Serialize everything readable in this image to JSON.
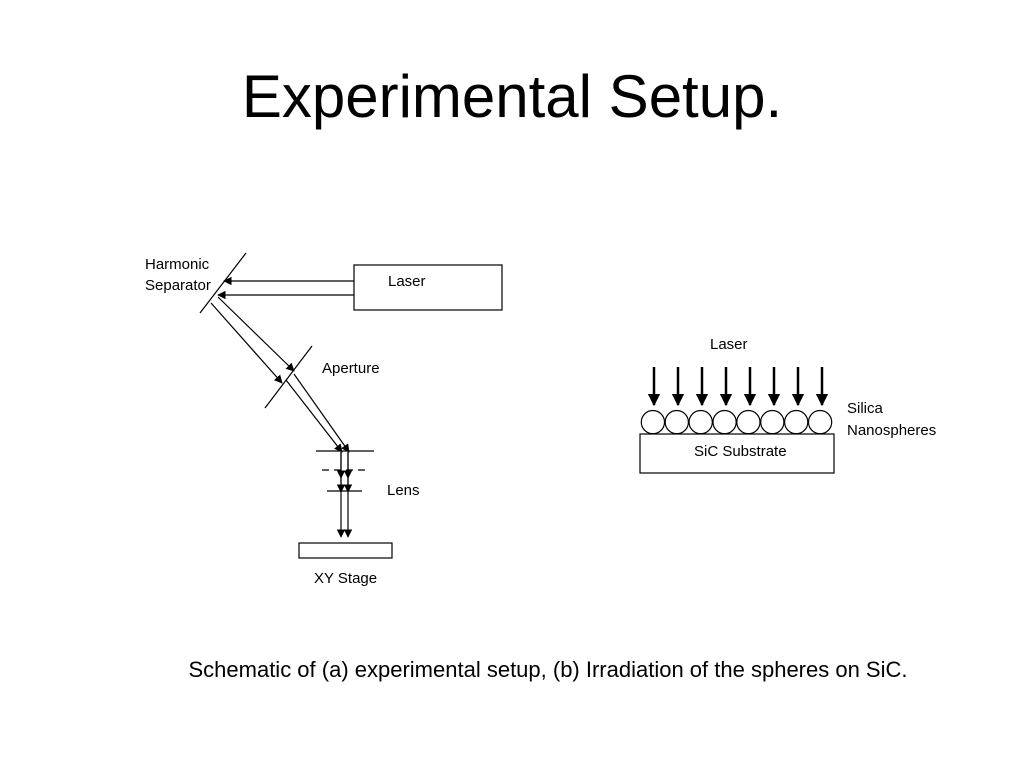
{
  "slide": {
    "title": "Experimental Setup.",
    "caption": "Schematic of (a) experimental setup, (b) Irradiation of the spheres on SiC."
  },
  "diagram_a": {
    "harmonic_separator_line1": "Harmonic",
    "harmonic_separator_line2": "Separator",
    "laser_label": "Laser",
    "aperture_label": "Aperture",
    "lens_label": "Lens",
    "stage_label": "XY Stage"
  },
  "diagram_b": {
    "laser_label": "Laser",
    "silica_line1": "Silica",
    "silica_line2": "Nanospheres",
    "substrate_label": "SiC Substrate",
    "arrow_count": 8,
    "sphere_count": 8
  }
}
